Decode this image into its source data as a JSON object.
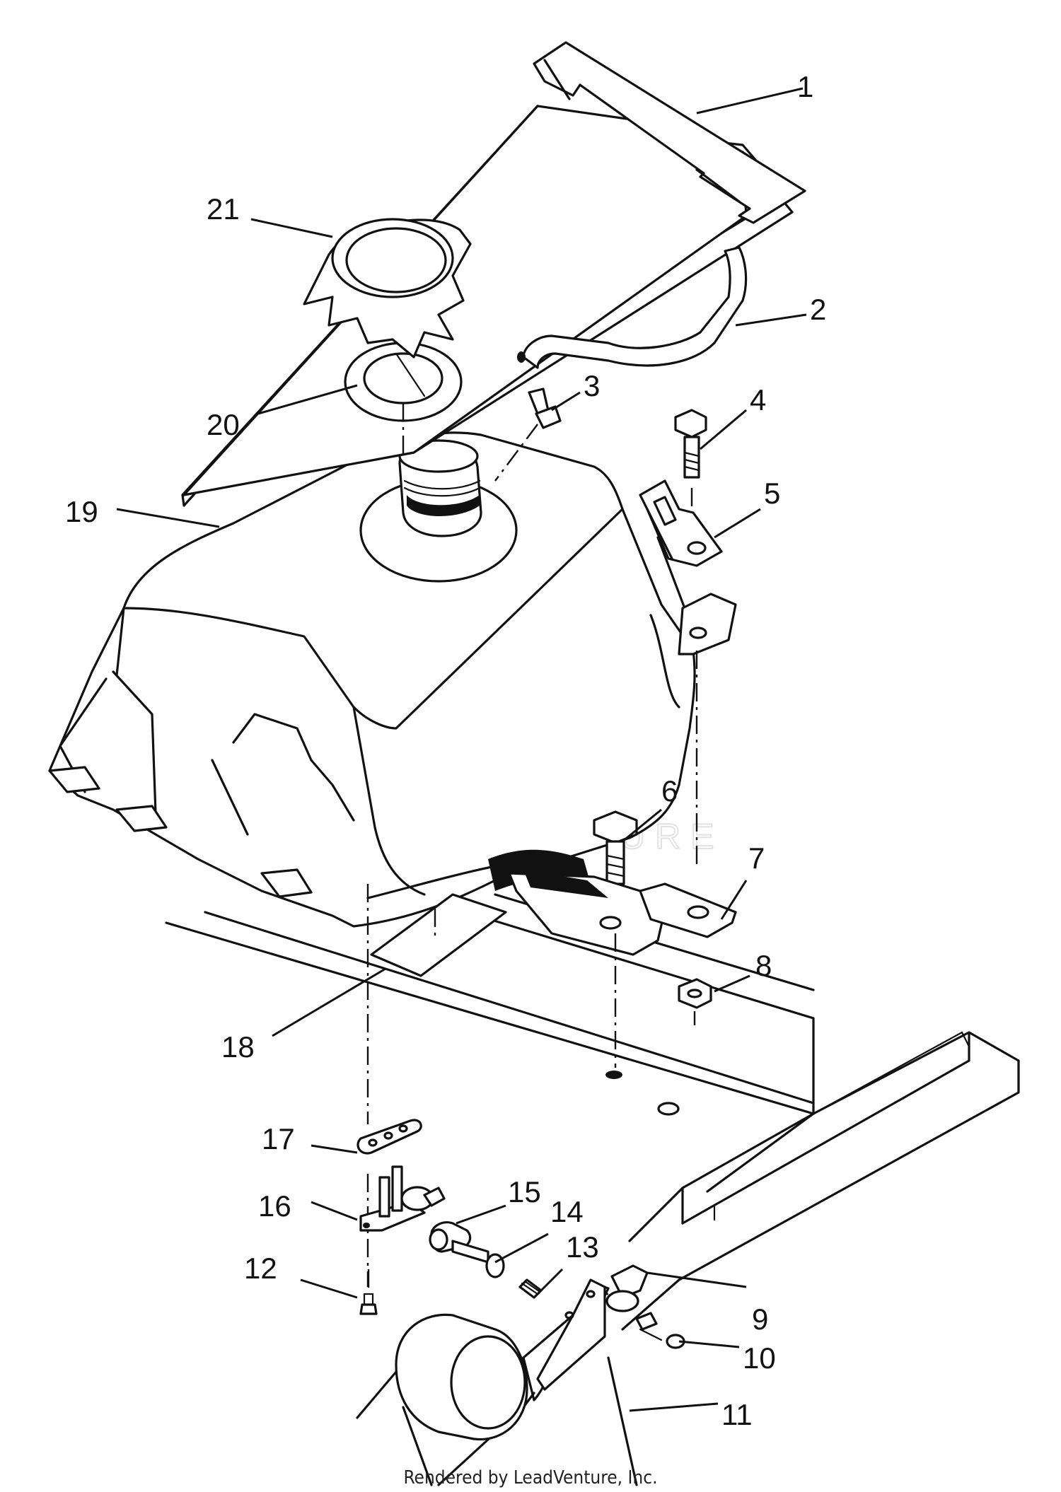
{
  "callouts": [
    {
      "id": "1",
      "label": "1"
    },
    {
      "id": "2",
      "label": "2"
    },
    {
      "id": "3",
      "label": "3"
    },
    {
      "id": "4",
      "label": "4"
    },
    {
      "id": "5",
      "label": "5"
    },
    {
      "id": "6",
      "label": "6"
    },
    {
      "id": "7",
      "label": "7"
    },
    {
      "id": "8",
      "label": "8"
    },
    {
      "id": "9",
      "label": "9"
    },
    {
      "id": "10",
      "label": "10"
    },
    {
      "id": "11",
      "label": "11"
    },
    {
      "id": "12",
      "label": "12"
    },
    {
      "id": "13",
      "label": "13"
    },
    {
      "id": "14",
      "label": "14"
    },
    {
      "id": "15",
      "label": "15"
    },
    {
      "id": "16",
      "label": "16"
    },
    {
      "id": "17",
      "label": "17"
    },
    {
      "id": "18",
      "label": "18"
    },
    {
      "id": "19",
      "label": "19"
    },
    {
      "id": "20",
      "label": "20"
    },
    {
      "id": "21",
      "label": "21"
    }
  ],
  "watermark": {
    "text": "LEADVENTURE"
  },
  "footer": {
    "text": "Rendered by LeadVenture, Inc."
  }
}
